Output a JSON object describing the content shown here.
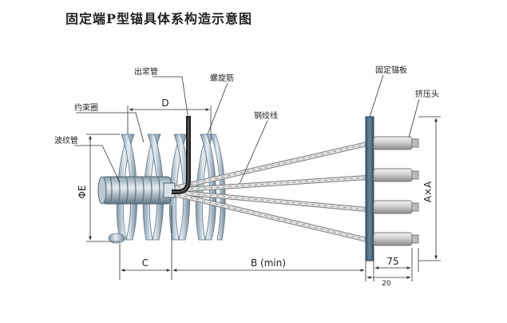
{
  "title": "固定端P型锚具体系构造示意图",
  "labels": {
    "grout_pipe": "出浆管",
    "spiral_bar": "螺旋筋",
    "binding_ring": "约束圈",
    "strand": "钢绞线",
    "corrugated_duct": "波纹管",
    "fixed_plate": "固定锚板",
    "extrusion_head": "挤压头"
  },
  "dimensions": {
    "d": "D",
    "c": "C",
    "b": "B (min)",
    "phi_e": "ΦE",
    "axa": "A×A",
    "d75": "75",
    "d20": "20"
  },
  "colors": {
    "steel_blue": "#9fb7c9",
    "steel_dark": "#5f7585",
    "plate": "#4f6a80",
    "strand": "#d8d8d8",
    "leader": "#333333"
  }
}
